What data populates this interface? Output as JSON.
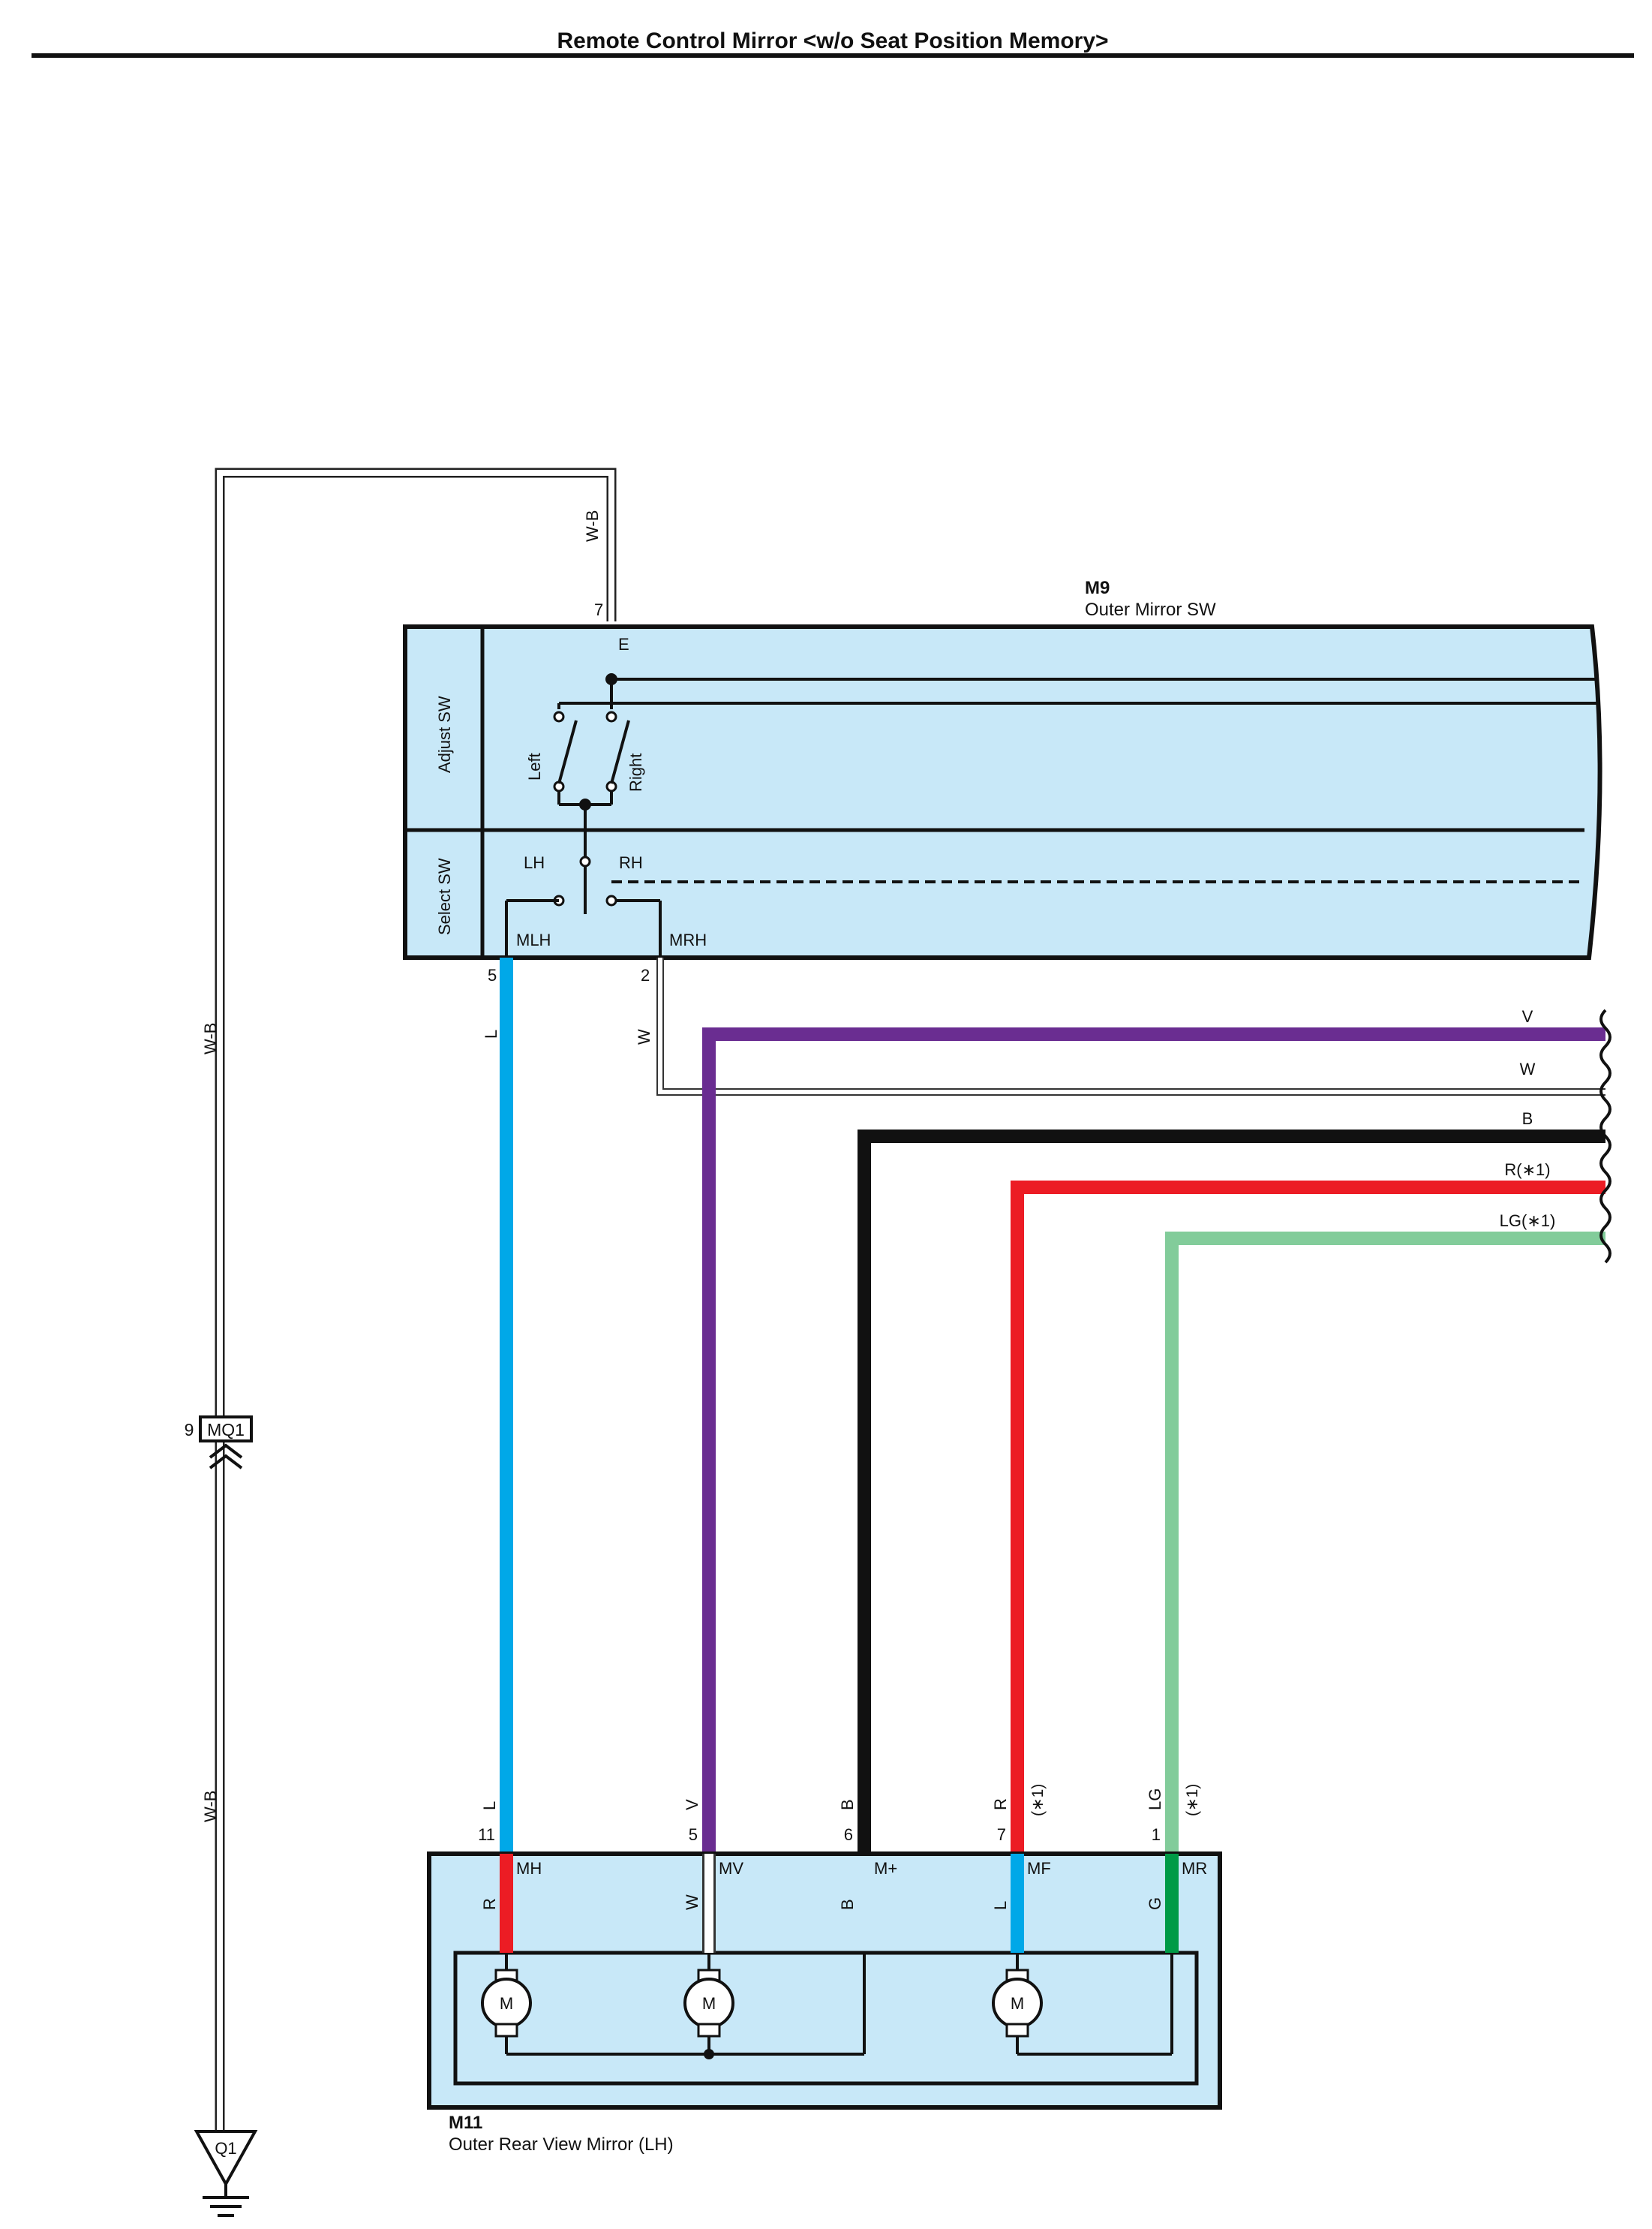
{
  "header": {
    "title": "Remote Control Mirror <w/o Seat Position Memory>"
  },
  "colors": {
    "box_fill": "#C8E8F8",
    "wire_L": "#00A8E8",
    "wire_V": "#6A2D91",
    "wire_B": "#111111",
    "wire_R": "#EC1C24",
    "wire_LG": "#82CC9A",
    "wire_G": "#009A46",
    "wire_W": "#FFFFFF"
  },
  "switch_m9": {
    "code": "M9",
    "name": "Outer Mirror SW",
    "adjust_label": "Adjust SW",
    "select_label": "Select SW",
    "terminal_e": "E",
    "left_label": "Left",
    "right_label": "Right",
    "lh_label": "LH",
    "rh_label": "RH",
    "mlh_label": "MLH",
    "mrh_label": "MRH",
    "pin_e": "7",
    "pin_mlh": "5",
    "pin_mrh": "2"
  },
  "ground_wire": {
    "color_code": "W-B",
    "connector": "MQ1",
    "connector_pin": "9",
    "ground_point": "Q1"
  },
  "harness_wires": {
    "mlh_wire": "L",
    "mrh_wire": "W",
    "right_labels": [
      "V",
      "W",
      "B",
      "R(∗1)",
      "LG(∗1)"
    ]
  },
  "mirror_m11": {
    "code": "M11",
    "name": "Outer Rear View Mirror (LH)",
    "motor_label": "M",
    "terminals": [
      {
        "wire": "L",
        "pin": "11",
        "name": "MH",
        "inner": "R",
        "note": ""
      },
      {
        "wire": "V",
        "pin": "5",
        "name": "MV",
        "inner": "W",
        "note": ""
      },
      {
        "wire": "B",
        "pin": "6",
        "name": "M+",
        "inner": "B",
        "note": ""
      },
      {
        "wire": "R",
        "pin": "7",
        "name": "MF",
        "inner": "L",
        "note": "(∗1)"
      },
      {
        "wire": "LG",
        "pin": "1",
        "name": "MR",
        "inner": "G",
        "note": "(∗1)"
      }
    ]
  }
}
